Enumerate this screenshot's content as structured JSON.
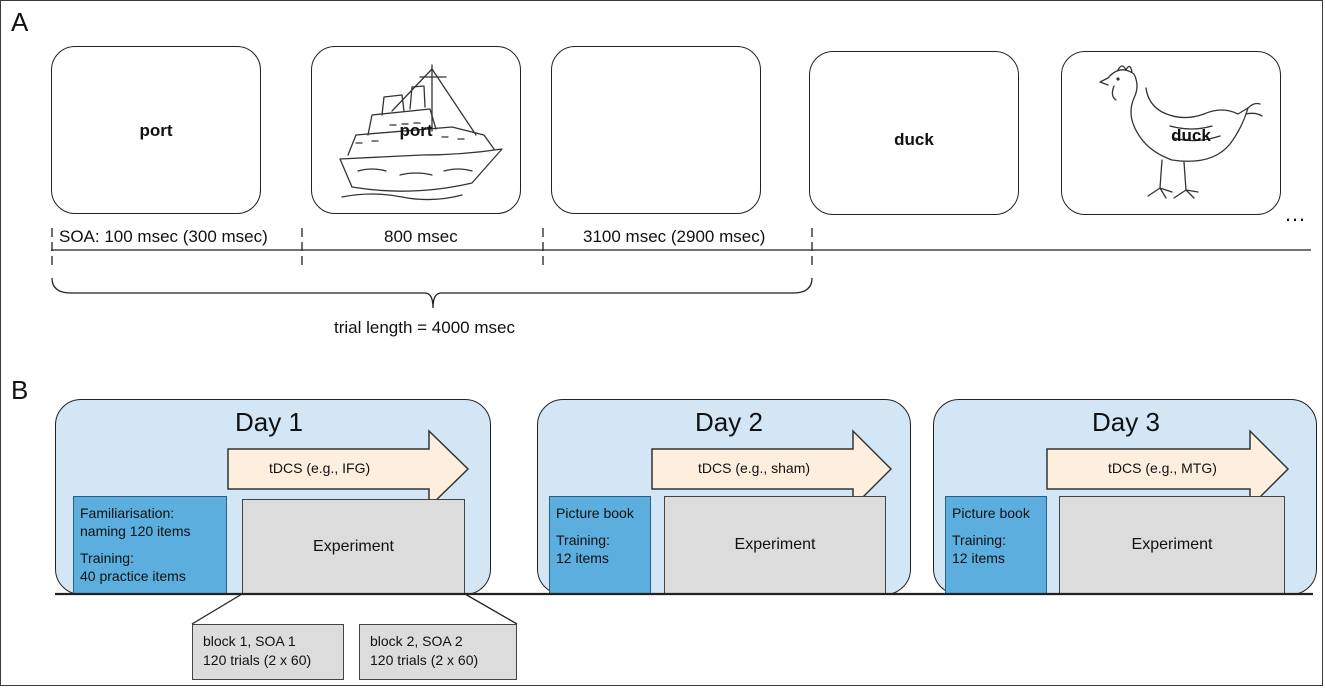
{
  "panel_a": {
    "letter": "A",
    "screens": [
      {
        "word": "port"
      },
      {
        "word": "port",
        "picture": "ship-drawing"
      },
      {
        "word": ""
      },
      {
        "word": "duck"
      },
      {
        "word": "duck",
        "picture": "chicken-drawing"
      }
    ],
    "ellipsis": "…",
    "timeline": [
      "SOA: 100 msec (300 msec)",
      "800 msec",
      "3100 msec (2900 msec)"
    ],
    "trial_length": "trial length = 4000 msec"
  },
  "panel_b": {
    "letter": "B",
    "days": [
      {
        "title": "Day 1",
        "tdcs": "tDCS (e.g., IFG)",
        "prep_lines": [
          "Familiarisation:",
          "naming 120 items",
          "Training:",
          "40 practice items"
        ],
        "experiment": "Experiment"
      },
      {
        "title": "Day 2",
        "tdcs": "tDCS (e.g., sham)",
        "prep_lines": [
          "Picture book",
          "Training:",
          "12 items"
        ],
        "experiment": "Experiment"
      },
      {
        "title": "Day 3",
        "tdcs": "tDCS (e.g., MTG)",
        "prep_lines": [
          "Picture book",
          "Training:",
          "12 items"
        ],
        "experiment": "Experiment"
      }
    ],
    "blocks": [
      {
        "line1": "block 1, SOA 1",
        "line2": "120 trials (2 x 60)"
      },
      {
        "line1": "block 2, SOA 2",
        "line2": "120 trials (2 x 60)"
      }
    ]
  },
  "colors": {
    "day_fill": "#d3e6f5",
    "prep_fill": "#5baede",
    "experiment_fill": "#dcdcdc",
    "arrow_fill": "#fdeedd"
  }
}
